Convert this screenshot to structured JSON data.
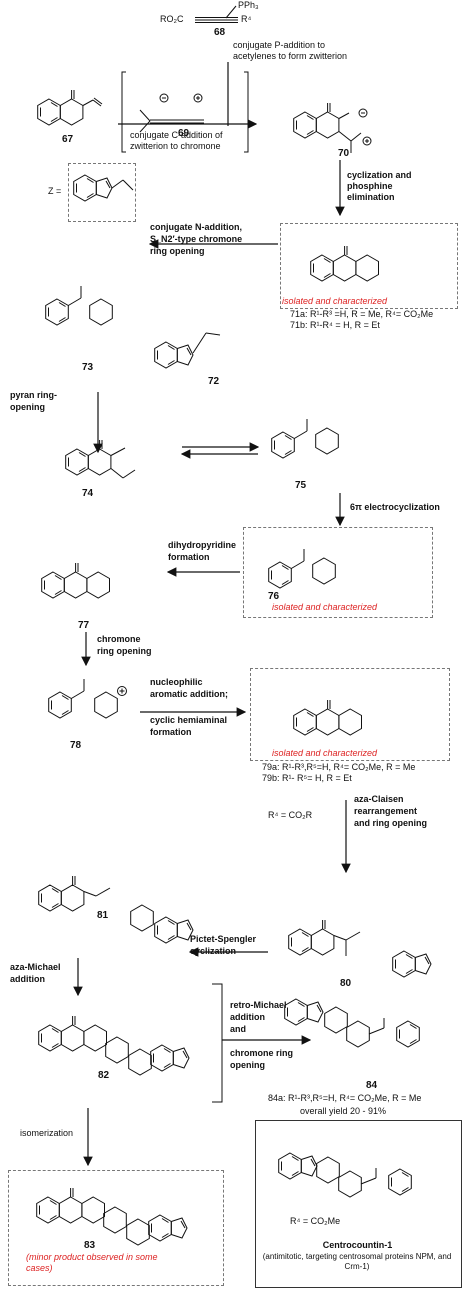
{
  "compounds": {
    "c68": "68",
    "c69": "69",
    "c67": "67",
    "c70": "70",
    "c71": "",
    "c72": "72",
    "c73": "73",
    "c74": "74",
    "c75": "75",
    "c76": "76",
    "c77": "77",
    "c78": "78",
    "c79": "",
    "c80": "80",
    "c81": "81",
    "c82": "82",
    "c83": "83",
    "c84": "84"
  },
  "top": {
    "reagent_left": "RO₂C",
    "reagent_pph3": "PPh₃",
    "reagent_r4": "R⁴"
  },
  "steps": {
    "s1": "conjugate P-addition to acetylenes to form zwitterion",
    "s2": "conjugate C-addition of zwitterion to chromone",
    "s3": "cyclization and phosphine elimination",
    "s4a": "conjugate N-addition,",
    "s4b": "S_N2′-type chromone",
    "s4c": "ring opening",
    "s5a": "pyran ring-",
    "s5b": "opening",
    "s6": "6π electrocyclization",
    "s7a": "dihydropyridine",
    "s7b": "formation",
    "s8a": "chromone",
    "s8b": "ring opening",
    "s9a": "nucleophilic",
    "s9b": "aromatic addition;",
    "s9c": "cyclic hemiaminal",
    "s9d": "formation",
    "s10cond": "R⁴ = CO₂R",
    "s10a": "aza-Claisen",
    "s10b": "rearrangement",
    "s10c": "and ring opening",
    "s11a": "Pictet-Spengler",
    "s11b": "cyclization",
    "s12a": "aza-Michael",
    "s12b": "addition",
    "s13a": "retro-Michael",
    "s13b": "addition",
    "s13c": "and",
    "s13d": "chromone ring",
    "s13e": "opening",
    "s14": "isomerization"
  },
  "notes": {
    "iso1": "isolated and characterized",
    "iso2": "isolated and characterized",
    "iso3": "isolated and characterized",
    "c71a": "71a: R¹-R³ =H, R = Me, R⁴= CO₂Me",
    "c71b": "71b: R¹-R⁴ = H, R = Et",
    "c79a": "79a: R¹-R³,R⁵=H, R⁴= CO₂Me, R = Me",
    "c79b": "79b: R¹- R⁵= H, R = Et",
    "c84a": "84a: R¹-R³,R⁵=H, R⁴= CO₂Me, R = Me",
    "yield": "overall yield 20 - 91%",
    "minor": "(minor product observed in some cases)",
    "z_eq": "Z ="
  },
  "centro": {
    "name": "Centrocountin-1",
    "r4": "R⁴ = CO₂Me",
    "desc": "(antimitotic, targeting centrosomal proteins NPM, and Crm-1)"
  },
  "colors": {
    "accent_red": "#dd2222",
    "line": "#111111",
    "dashed_box": "#777777"
  }
}
